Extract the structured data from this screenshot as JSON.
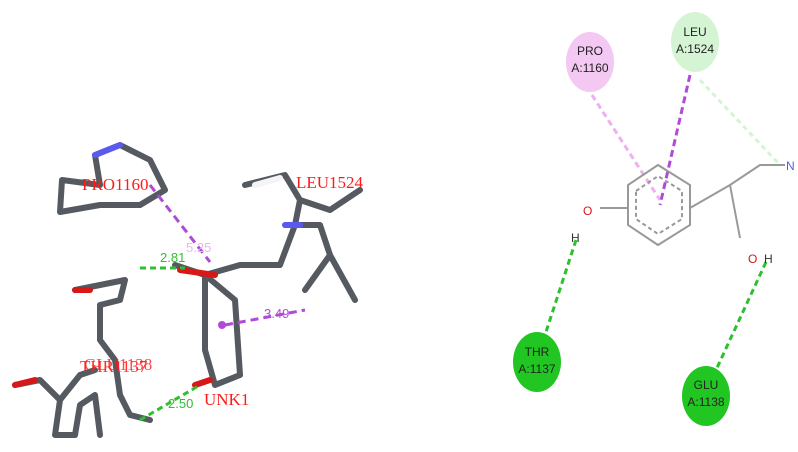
{
  "left_3d": {
    "residue_labels": {
      "pro": "PRO1160",
      "leu": "LEU1524",
      "thr": "THR1137",
      "glu": "GLU1138",
      "ligand": "UNK1"
    },
    "distances": {
      "hbond_top": "2.81",
      "pi_pro": "5.25",
      "pi_leu": "3.49",
      "hbond_bottom": "2.50"
    },
    "colors": {
      "label": "#ff1a1a",
      "hbond": "#2ec02e",
      "pi_alkyl": "#b04ad8",
      "pi_light": "#e8b6f0",
      "stick": "#555a60"
    }
  },
  "right_2d": {
    "residues": [
      {
        "key": "pro",
        "line1": "PRO",
        "line2": "A:1160",
        "color": "#f3c8f3"
      },
      {
        "key": "leu",
        "line1": "LEU",
        "line2": "A:1524",
        "color": "#d4f4d4"
      },
      {
        "key": "thr",
        "line1": "THR",
        "line2": "A:1137",
        "color": "#22c622"
      },
      {
        "key": "glu",
        "line1": "GLU",
        "line2": "A:1138",
        "color": "#22c622"
      }
    ],
    "atoms": {
      "o1": "O",
      "h1": "H",
      "o2": "O",
      "h2": "H",
      "n": "N"
    }
  }
}
